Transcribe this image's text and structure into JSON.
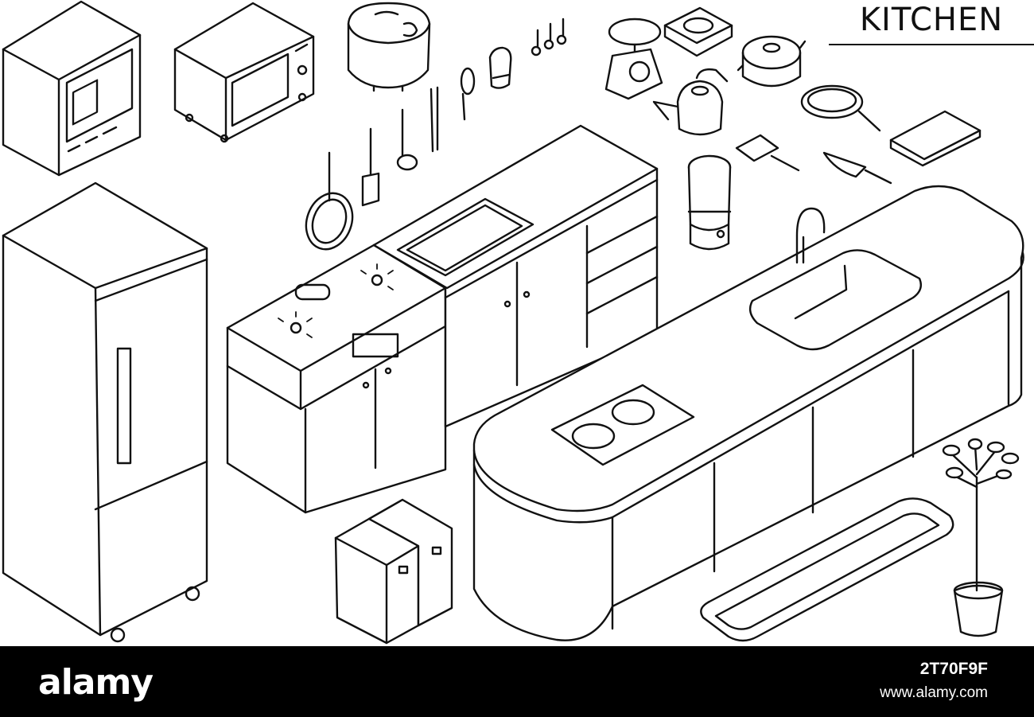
{
  "header": {
    "title": "KITCHEN"
  },
  "footer": {
    "logo_text": "alamy",
    "image_id": "2T70F9F",
    "site_url": "www.alamy.com"
  },
  "colors": {
    "line": "#111111",
    "background": "#ffffff",
    "footer_bg": "#000000",
    "footer_text": "#ffffff"
  },
  "icons": [
    "oven-icon",
    "microwave-icon",
    "rice-cooker-icon",
    "refrigerator-icon",
    "stove-counter-icon",
    "sink-counter-icon",
    "kitchen-island-icon",
    "trash-bins-icon",
    "kitchen-mat-icon",
    "potted-plant-icon",
    "frying-pan-icon",
    "spatula-icon",
    "ladle-icon",
    "chopsticks-icon",
    "whisk-icon",
    "oven-mitt-icon",
    "measuring-spoons-icon",
    "kitchen-scale-icon",
    "digital-scale-icon",
    "pot-icon",
    "kettle-icon",
    "skillet-icon",
    "blender-icon",
    "egg-pan-icon",
    "knife-icon",
    "cutting-board-icon"
  ]
}
